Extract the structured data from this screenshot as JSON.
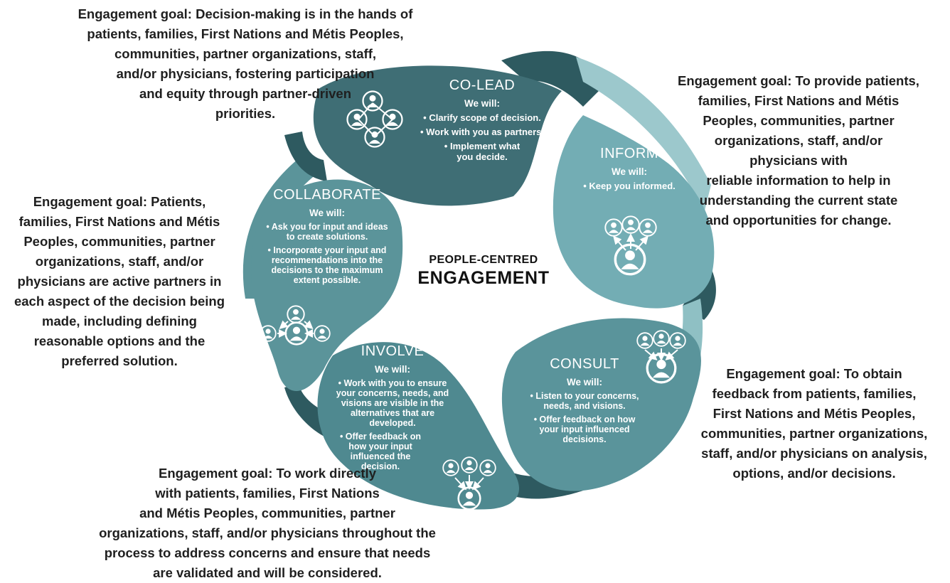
{
  "center": {
    "line1": "PEOPLE-CENTRED",
    "line2": "ENGAGEMENT"
  },
  "colors": {
    "co_lead": "#3f6e75",
    "inform": "#73adb4",
    "consult": "#5a949b",
    "involve": "#4f8990",
    "collaborate": "#5b949a",
    "band_dark": "#2e5a60"
  },
  "petals": {
    "co_lead": {
      "title": "CO-LEAD",
      "will": "We will:",
      "bullets": [
        "• Clarify scope of decision.",
        "• Work with you as partners.",
        "• Implement what\nyou decide."
      ],
      "icon": "people-network-icon"
    },
    "inform": {
      "title": "INFORM",
      "will": "We will:",
      "bullets": [
        "• Keep you informed."
      ],
      "icon": "inform-people-icon"
    },
    "consult": {
      "title": "CONSULT",
      "will": "We will:",
      "bullets": [
        "• Listen to your concerns,\nneeds, and visions.",
        "• Offer feedback on how\nyour input influenced\ndecisions."
      ],
      "icon": "consult-people-icon"
    },
    "involve": {
      "title": "INVOLVE",
      "will": "We will:",
      "bullets": [
        "• Work with you to ensure\nyour concerns, needs, and\nvisions are visible in the\nalternatives that are\ndeveloped.",
        "• Offer feedback on\nhow your input\ninfluenced the\ndecision."
      ],
      "icon": "involve-people-icon"
    },
    "collaborate": {
      "title": "COLLABORATE",
      "will": "We will:",
      "bullets": [
        "• Ask you for input and ideas\nto create solutions.",
        "• Incorporate your input and\nrecommendations into the\ndecisions to  the maximum\nextent possible."
      ],
      "icon": "collaborate-people-icon"
    }
  },
  "goals": {
    "co_lead": "Engagement goal: Decision-making is in the hands of\npatients, families, First Nations and Métis Peoples,\ncommunities, partner organizations, staff,\nand/or physicians, fostering participation\nand equity through partner-driven\npriorities.",
    "inform": "Engagement goal: To provide patients,\nfamilies, First Nations and Métis\nPeoples, communities, partner\norganizations, staff, and/or\nphysicians with\nreliable information to help in\nunderstanding the current state\nand opportunities for change.",
    "collaborate": "Engagement goal: Patients,\nfamilies, First Nations and Métis\nPeoples, communities, partner\norganizations, staff, and/or\nphysicians are active partners in\neach aspect of the decision being\nmade, including defining\nreasonable options and the\npreferred solution.",
    "consult": "Engagement goal: To obtain\nfeedback from patients, families,\nFirst Nations and Métis Peoples,\ncommunities, partner organizations,\nstaff, and/or physicians on analysis,\noptions, and/or decisions.",
    "involve": "Engagement goal: To work directly\nwith patients, families, First Nations\nand Métis Peoples, communities, partner\norganizations, staff, and/or physicians throughout the\nprocess to address concerns and ensure that needs\nare validated and will be considered."
  }
}
